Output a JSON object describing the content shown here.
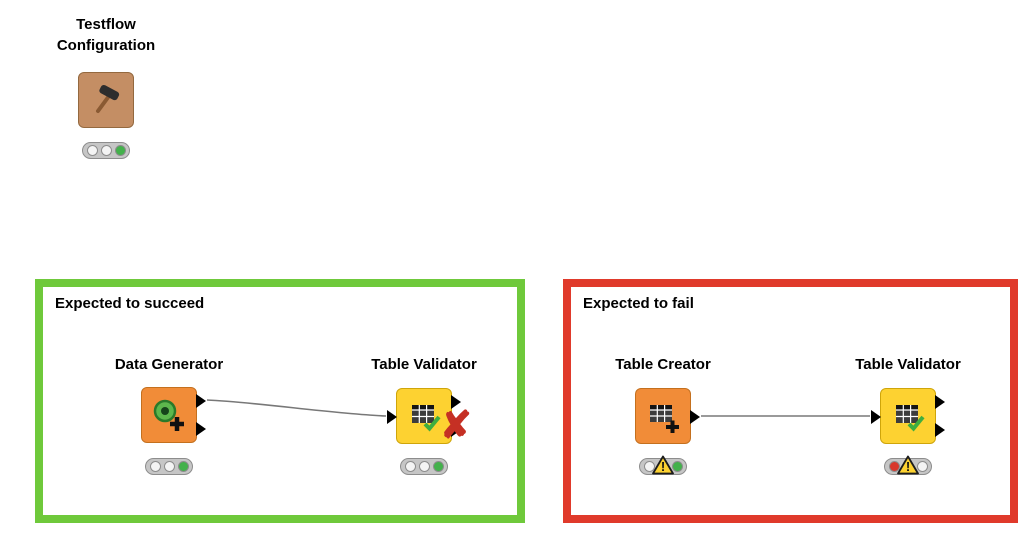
{
  "colors": {
    "success_border": "#6fc93b",
    "fail_border": "#e03a2b",
    "node_orange": "#f18c38",
    "node_yellow": "#fdd231",
    "node_tan": "#c48e64",
    "wire": "#787878",
    "error_x": "#c53024",
    "light_states": {
      "off": "#f4f4f4",
      "green": "#43b14b",
      "red": "#d8382c"
    }
  },
  "testflow": {
    "label_line1": "Testflow",
    "label_line2": "Configuration",
    "lights": [
      "off",
      "off",
      "green"
    ]
  },
  "success_group": {
    "title": "Expected to succeed",
    "data_generator": {
      "label": "Data Generator",
      "lights": [
        "off",
        "off",
        "green"
      ]
    },
    "table_validator": {
      "label": "Table Validator",
      "lights": [
        "off",
        "off",
        "green"
      ],
      "error_marker": "✘"
    }
  },
  "fail_group": {
    "title": "Expected to fail",
    "table_creator": {
      "label": "Table Creator",
      "lights": [
        "off",
        "off",
        "green"
      ],
      "warning": "!"
    },
    "table_validator": {
      "label": "Table Validator",
      "lights": [
        "red",
        "off",
        "off"
      ],
      "warning": "!"
    }
  }
}
